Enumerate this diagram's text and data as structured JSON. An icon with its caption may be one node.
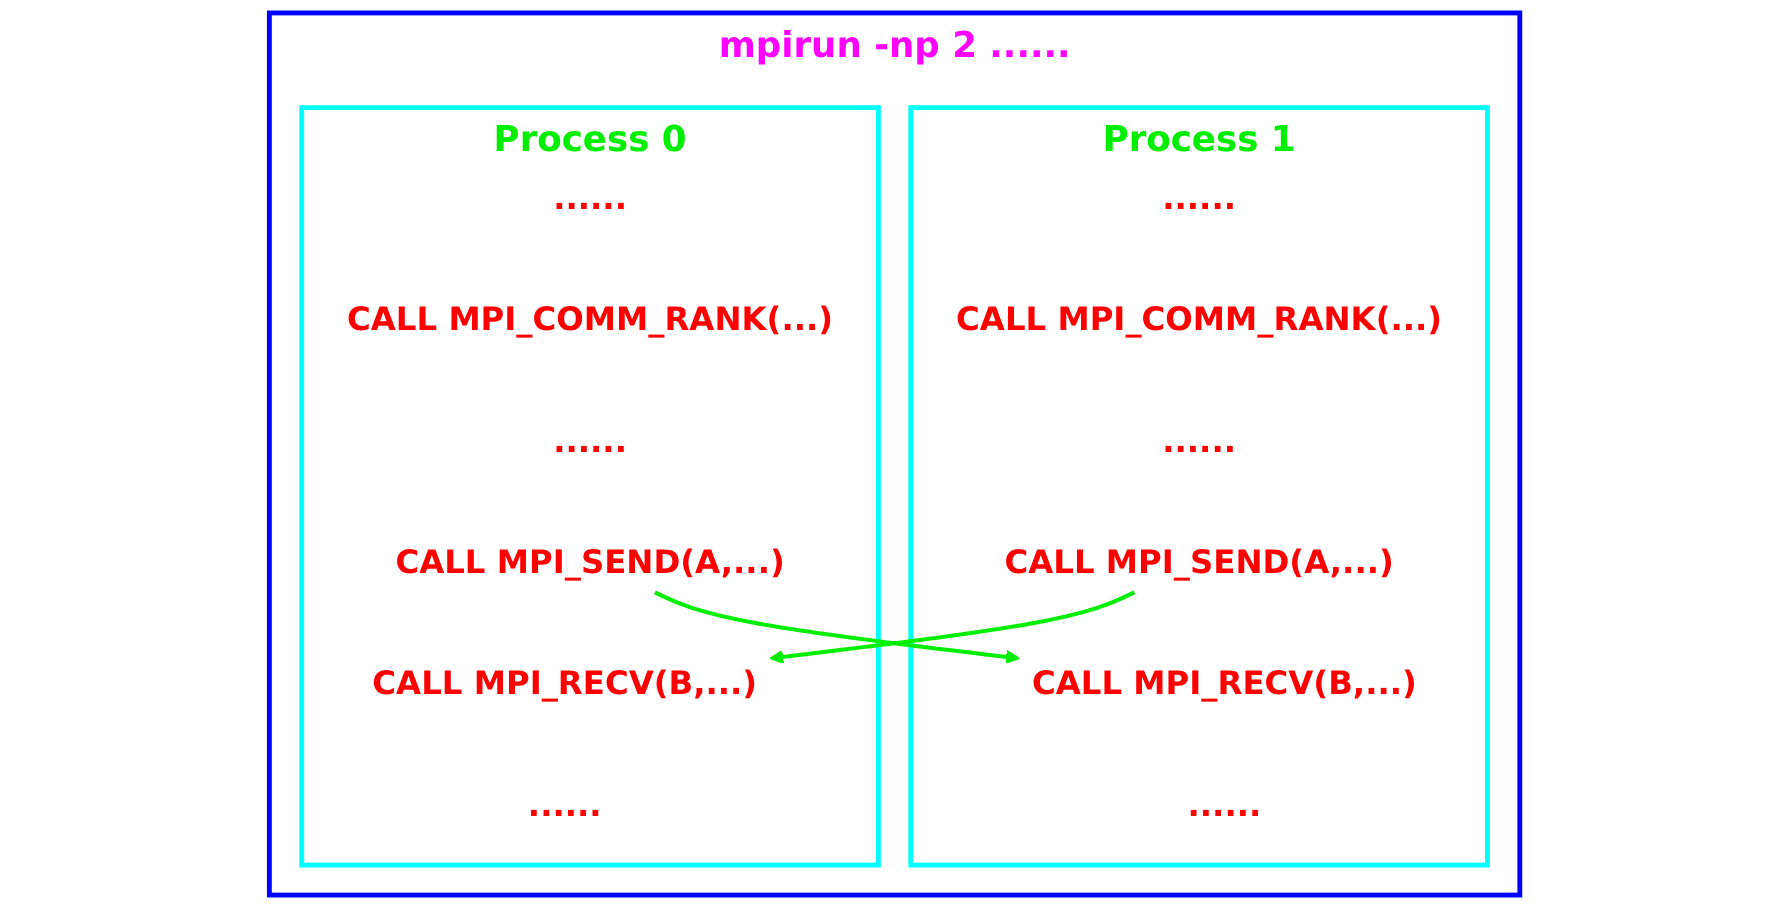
{
  "diagram": {
    "nodes": [
      {
        "text": [
          "mpirun -np 2 ......"
        ]
      },
      {
        "text": [
          "Process 0"
        ],
        "in": 0
      },
      {
        "text": [
          "......"
        ],
        "in": 1
      },
      {
        "text": [
          "CALL MPI_COMM_RANK(...)"
        ],
        "in": 1
      },
      {
        "text": [
          "......"
        ],
        "in": 1
      },
      {
        "text": [
          "CALL MPI_SEND(A,...)"
        ],
        "in": 1
      },
      {
        "text": [
          "CALL MPI_RECV(B,...)"
        ],
        "in": 1
      },
      {
        "text": [
          "......"
        ],
        "in": 1
      },
      {
        "text": [
          "Process 1"
        ],
        "in": 0
      },
      {
        "text": [
          "......"
        ],
        "in": 8
      },
      {
        "text": [
          "CALL MPI_COMM_RANK(...)"
        ],
        "in": 8
      },
      {
        "text": [
          "......"
        ],
        "in": 8
      },
      {
        "text": [
          "CALL MPI_SEND(A,...)"
        ],
        "in": 8
      },
      {
        "text": [
          "CALL MPI_RECV(B,...)"
        ],
        "in": 8
      },
      {
        "text": [
          "......"
        ],
        "in": 8
      }
    ],
    "edges": [
      {
        "from": 5,
        "to": 13,
        "arrow": "to"
      },
      {
        "from": 12,
        "to": 6,
        "arrow": "to"
      }
    ]
  }
}
